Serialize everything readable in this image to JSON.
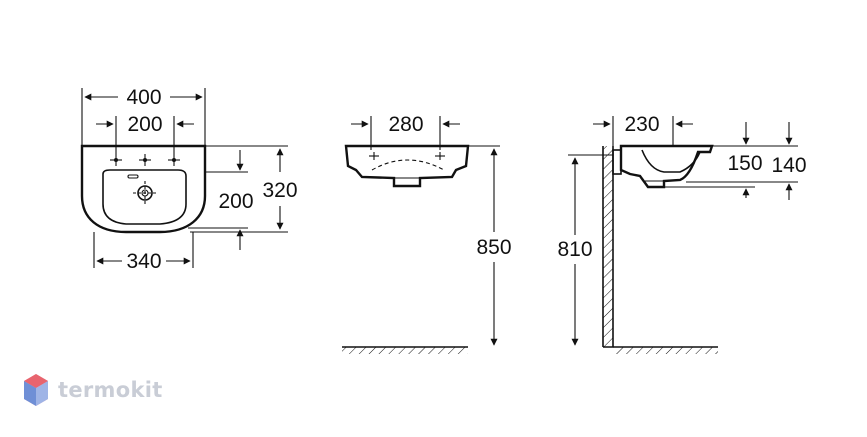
{
  "front_view": {
    "width_overall": "400",
    "tap_spacing": "200",
    "bowl_width": "340",
    "bowl_depth": "200",
    "depth_overall": "320"
  },
  "top_view": {
    "depth": "280",
    "height_floor": "850"
  },
  "side_view": {
    "projection": "230",
    "bowl_height_a": "150",
    "bowl_height_b": "140",
    "height_floor": "810"
  },
  "watermark": {
    "brand": "termokit",
    "colors": {
      "red": "#e8646e",
      "blue": "#6f8fd6",
      "pink": "#f3a7b9"
    }
  }
}
